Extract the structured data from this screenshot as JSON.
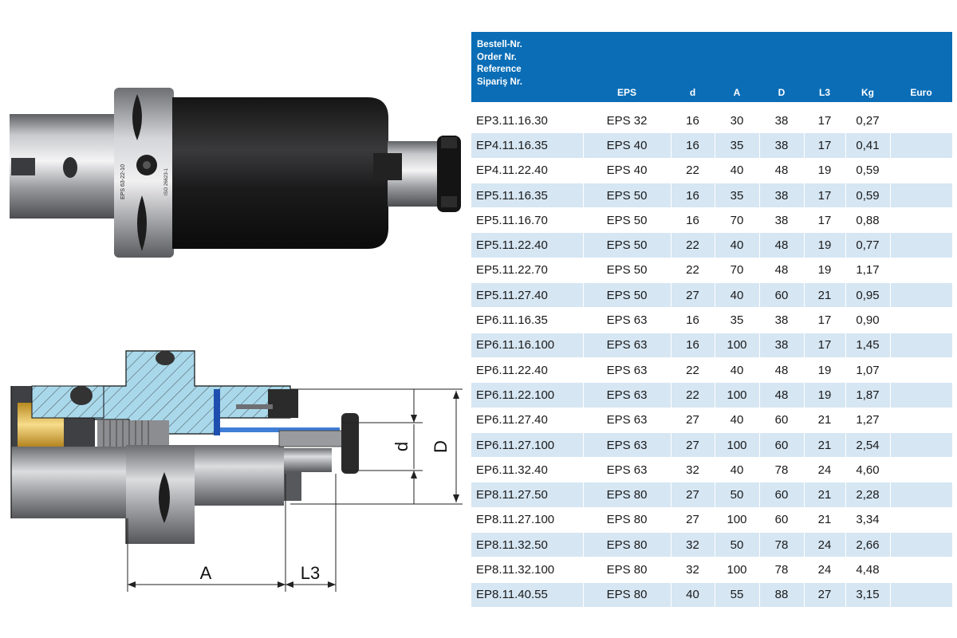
{
  "photo": {
    "engraving_1": "EPS 63-22-10",
    "engraving_2": "ISO 26623-1"
  },
  "drawing": {
    "label_A": "A",
    "label_L3": "L3",
    "label_d": "d",
    "label_D": "D"
  },
  "table": {
    "header_lines": [
      "Bestell-Nr.",
      "Order Nr.",
      "Reference",
      "Sipariş Nr."
    ],
    "columns": [
      "EPS",
      "d",
      "A",
      "D",
      "L3",
      "Kg",
      "Euro"
    ],
    "rows": [
      [
        "EP3.11.16.30",
        "EPS 32",
        "16",
        "30",
        "38",
        "17",
        "0,27",
        ""
      ],
      [
        "EP4.11.16.35",
        "EPS 40",
        "16",
        "35",
        "38",
        "17",
        "0,41",
        ""
      ],
      [
        "EP4.11.22.40",
        "EPS 40",
        "22",
        "40",
        "48",
        "19",
        "0,59",
        ""
      ],
      [
        "EP5.11.16.35",
        "EPS 50",
        "16",
        "35",
        "38",
        "17",
        "0,59",
        ""
      ],
      [
        "EP5.11.16.70",
        "EPS 50",
        "16",
        "70",
        "38",
        "17",
        "0,88",
        ""
      ],
      [
        "EP5.11.22.40",
        "EPS 50",
        "22",
        "40",
        "48",
        "19",
        "0,77",
        ""
      ],
      [
        "EP5.11.22.70",
        "EPS 50",
        "22",
        "70",
        "48",
        "19",
        "1,17",
        ""
      ],
      [
        "EP5.11.27.40",
        "EPS 50",
        "27",
        "40",
        "60",
        "21",
        "0,95",
        ""
      ],
      [
        "EP6.11.16.35",
        "EPS 63",
        "16",
        "35",
        "38",
        "17",
        "0,90",
        ""
      ],
      [
        "EP6.11.16.100",
        "EPS 63",
        "16",
        "100",
        "38",
        "17",
        "1,45",
        ""
      ],
      [
        "EP6.11.22.40",
        "EPS 63",
        "22",
        "40",
        "48",
        "19",
        "1,07",
        ""
      ],
      [
        "EP6.11.22.100",
        "EPS 63",
        "22",
        "100",
        "48",
        "19",
        "1,87",
        ""
      ],
      [
        "EP6.11.27.40",
        "EPS 63",
        "27",
        "40",
        "60",
        "21",
        "1,27",
        ""
      ],
      [
        "EP6.11.27.100",
        "EPS 63",
        "27",
        "100",
        "60",
        "21",
        "2,54",
        ""
      ],
      [
        "EP6.11.32.40",
        "EPS 63",
        "32",
        "40",
        "78",
        "24",
        "4,60",
        ""
      ],
      [
        "EP8.11.27.50",
        "EPS 80",
        "27",
        "50",
        "60",
        "21",
        "2,28",
        ""
      ],
      [
        "EP8.11.27.100",
        "EPS 80",
        "27",
        "100",
        "60",
        "21",
        "3,34",
        ""
      ],
      [
        "EP8.11.32.50",
        "EPS 80",
        "32",
        "50",
        "78",
        "24",
        "2,66",
        ""
      ],
      [
        "EP8.11.32.100",
        "EPS 80",
        "32",
        "100",
        "78",
        "24",
        "4,48",
        ""
      ],
      [
        "EP8.11.40.55",
        "EPS 80",
        "40",
        "55",
        "88",
        "27",
        "3,15",
        ""
      ]
    ]
  },
  "colors": {
    "header_blue": "#0a6db6",
    "row_stripe": "#d6e6f3",
    "section_hatch": "#9fd3e6"
  }
}
